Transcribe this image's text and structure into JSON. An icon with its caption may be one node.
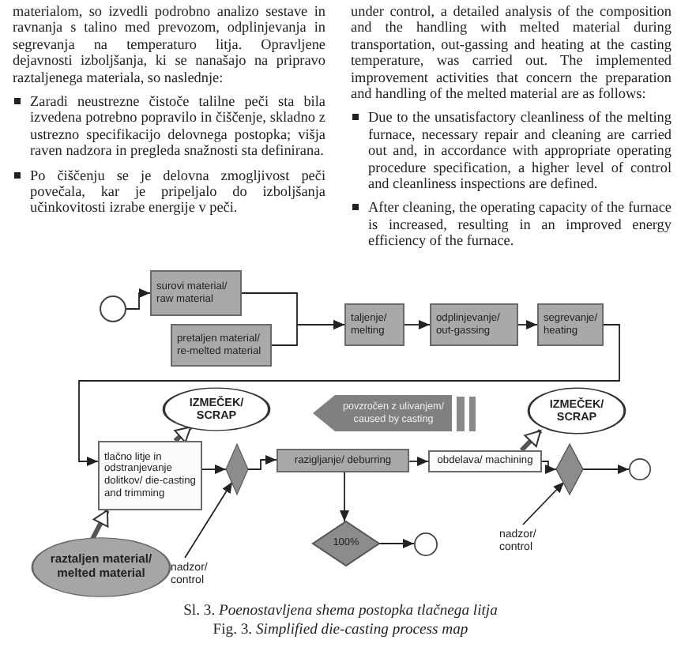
{
  "diagram": {
    "nodes": [
      {
        "text": [],
        "shape": "circle"
      },
      {
        "text": [
          "surovi material/ raw material"
        ]
      },
      {
        "text": [
          "pretaljen material/ re-melted material"
        ]
      },
      {
        "text": [
          "taljenje/ melting"
        ]
      },
      {
        "text": [
          "odplinjevanje/ out-gassing"
        ]
      },
      {
        "text": [
          "segrevanje/ heating"
        ]
      },
      {
        "text": [
          "IZMEČEK/ SCRAP"
        ]
      },
      {
        "text": [
          "tlačno litje in odstranjevanje dolitkov/ die-casting and trimming"
        ]
      },
      {
        "text": [],
        "shape": "diamond"
      },
      {
        "text": [
          "razigljanje/ deburring"
        ]
      },
      {
        "text": [
          "obdelava/ machining"
        ]
      },
      {
        "text": [
          "IZMEČEK/ SCRAP"
        ]
      },
      {
        "text": [],
        "shape": "diamond"
      },
      {
        "text": [],
        "shape": "circle"
      },
      {
        "text": [
          "100%"
        ]
      },
      {
        "text": [],
        "shape": "circle"
      },
      {
        "text": [
          "raztaljen material/ melted material"
        ]
      },
      {
        "text": [
          "nadzor/ control"
        ]
      },
      {
        "text": [
          "nadzor/ control"
        ]
      },
      {
        "text": [
          "povzročen z ulivanjem/ caused by casting"
        ]
      }
    ],
    "edges": [
      {
        "from": 0,
        "to": 1,
        "arrow": "to"
      },
      {
        "from": 1,
        "to": 3,
        "arrow": "to"
      },
      {
        "from": 2,
        "to": 3,
        "arrow": "to"
      },
      {
        "from": 3,
        "to": 4,
        "arrow": "to"
      },
      {
        "from": 4,
        "to": 5,
        "arrow": "to"
      },
      {
        "from": 5,
        "to": 7,
        "arrow": "to"
      },
      {
        "from": 7,
        "to": 6,
        "arrow": "to",
        "style": "thick"
      },
      {
        "from": 7,
        "to": 8,
        "arrow": "to"
      },
      {
        "from": 8,
        "to": 9,
        "arrow": "to"
      },
      {
        "from": 9,
        "to": 10,
        "arrow": "to"
      },
      {
        "from": 9,
        "to": 14,
        "arrow": "to"
      },
      {
        "from": 10,
        "to": 12,
        "arrow": "to"
      },
      {
        "from": 10,
        "to": 11,
        "arrow": "to",
        "style": "thick"
      },
      {
        "from": 12,
        "to": 13,
        "arrow": "to"
      },
      {
        "from": 14,
        "to": 15,
        "arrow": "to"
      },
      {
        "from": 16,
        "to": 7,
        "arrow": "to",
        "style": "thick"
      },
      {
        "from": 17,
        "to": 8,
        "arrow": "to"
      },
      {
        "from": 18,
        "to": 12,
        "arrow": "to"
      }
    ],
    "labels": [
      "materialom, so izvedli podrobno analizo sestave in ravnanja s talino med prevozom, odplinjevanja in segrevanja na temperaturo litja. Opravljene dejavnosti izboljšanja, ki se nanašajo na pripravo raztaljenega materiala, so naslednje:",
      "Zaradi neustrezne čistoče talilne peči sta bila izvedena potrebno popravilo in čiščenje, skladno z ustrezno specifikacijo delovnega postopka; višja raven nadzora in pregleda snažnosti sta definirana.",
      "Po čiščenju se je delovna zmogljivost peči povečala, kar je pripeljalo do izboljšanja učinkovitosti izrabe energije v peči.",
      "under control, a detailed analysis of the composition and the handling with melted material during transportation, out-gassing and heating at the casting temperature, was carried out. The implemented improvement activities that concern the preparation and handling of the melted material are as follows:",
      "Due to the unsatisfactory cleanliness of the melting furnace, necessary repair and cleaning are carried out and, in accordance with appropriate operating procedure specification, a higher level of control and cleanliness inspections are defined.",
      "After cleaning, the operating capacity of the furnace is increased, resulting in an improved energy efficiency of the furnace.",
      "Sl. 3. *Poenostavljena shema postopka tlačnega litja*",
      "Fig. 3. *Simplified die-casting process map*"
    ]
  }
}
